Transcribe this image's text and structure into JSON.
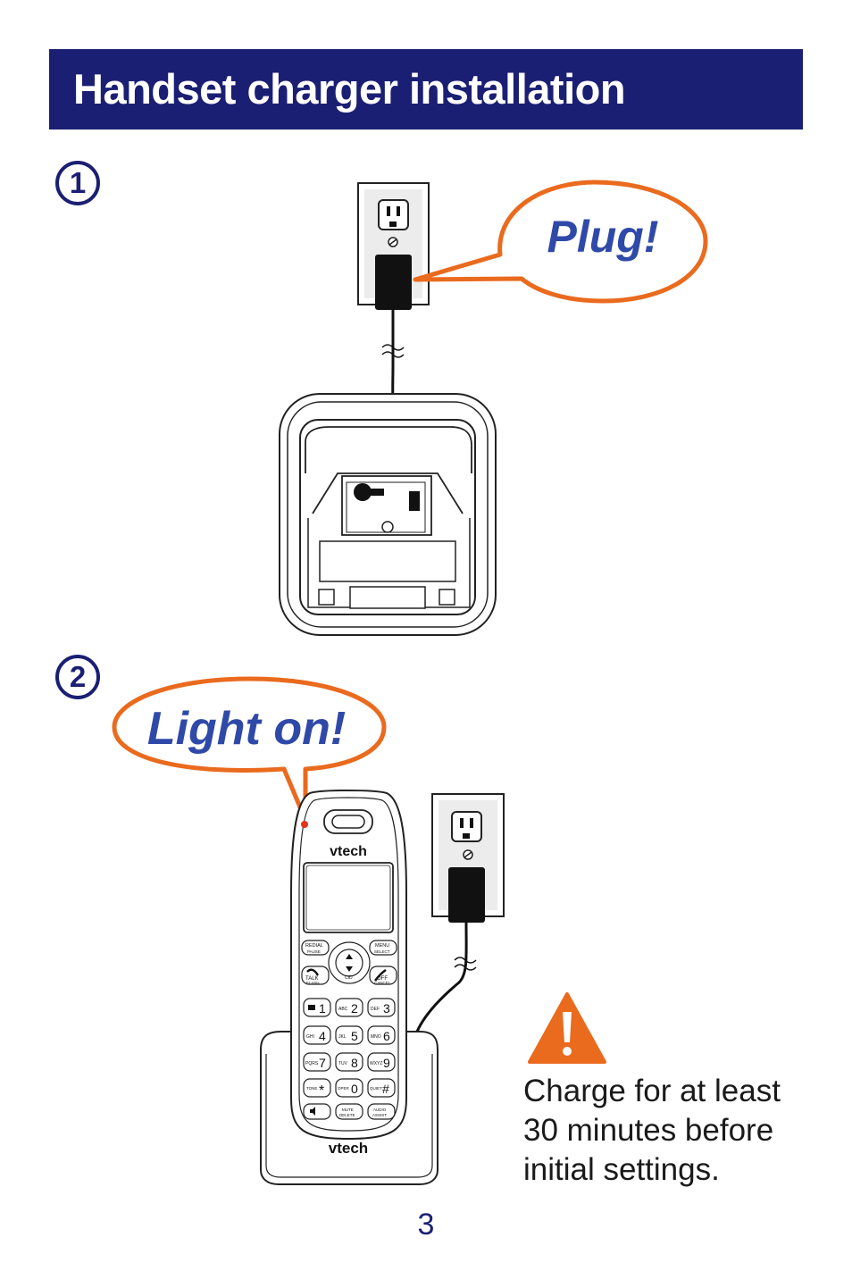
{
  "header": {
    "title": "Handset charger installation"
  },
  "steps": [
    {
      "number": "1",
      "callout": "Plug!"
    },
    {
      "number": "2",
      "callout": "Light on!"
    }
  ],
  "handset": {
    "brand": "vtech",
    "base_brand": "vtech",
    "keys": {
      "redial": "REDIAL",
      "pause": "PAUSE",
      "menu": "MENU",
      "select": "SELECT",
      "talk": "TALK",
      "flash": "FLASH",
      "cid": "CID",
      "off": "OFF",
      "cancel": "CANCEL",
      "k1": "1",
      "k2": "2",
      "k2sub": "ABC",
      "k3": "3",
      "k3sub": "DEF",
      "k4": "4",
      "k4sub": "GHI",
      "k5": "5",
      "k5sub": "JKL",
      "k6": "6",
      "k6sub": "MNO",
      "k7": "7",
      "k7sub": "PQRS",
      "k8": "8",
      "k8sub": "TUV",
      "k9": "9",
      "k9sub": "WXYZ",
      "star": "*",
      "tone": "TONE",
      "k0": "0",
      "oper": "OPER",
      "pound": "#",
      "quiet": "QUIET",
      "mute": "MUTE",
      "delete": "DELETE",
      "audio": "AUDIO",
      "assist": "ASSIST"
    }
  },
  "warning": {
    "icon": "warning-triangle-icon",
    "text": "Charge for at least 30 minutes before initial settings."
  },
  "colors": {
    "navy": "#1b1f73",
    "orange": "#ea6a1e",
    "callout_text": "#2f49a8"
  },
  "page_number": "3"
}
